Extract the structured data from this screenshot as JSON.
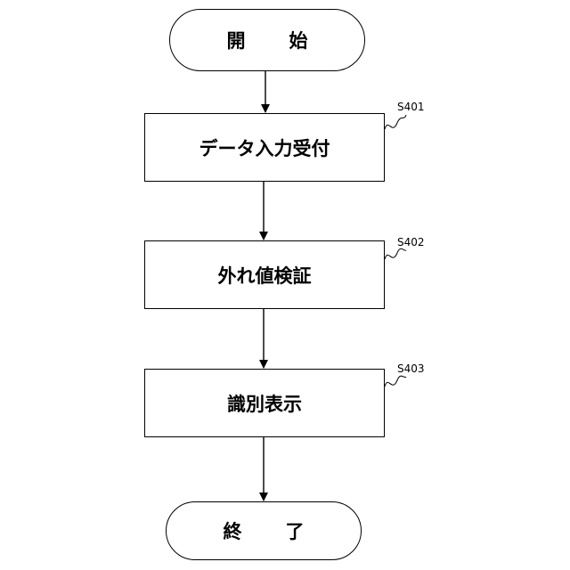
{
  "flowchart": {
    "start": {
      "text": "開　始"
    },
    "end": {
      "text": "終　了"
    },
    "steps": [
      {
        "id": "S401",
        "text": "データ入力受付"
      },
      {
        "id": "S402",
        "text": "外れ値検証"
      },
      {
        "id": "S403",
        "text": "識別表示"
      }
    ]
  }
}
